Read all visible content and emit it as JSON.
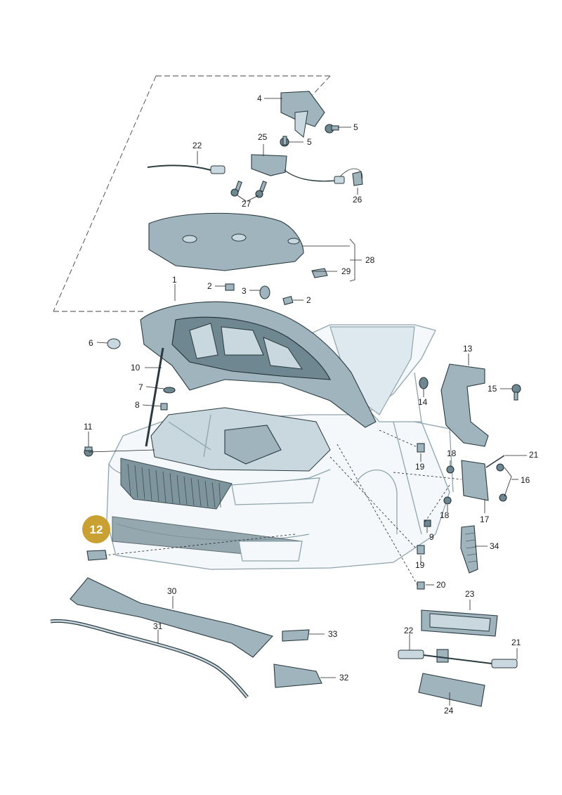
{
  "highlight": {
    "label": "12",
    "color": "#c9a032"
  },
  "colors": {
    "part_fill": "#9fb4bd",
    "part_dark": "#6f8790",
    "car_outline": "#8fa4ad"
  },
  "callouts": {
    "c1": "1",
    "c2a": "2",
    "c2b": "2",
    "c3": "3",
    "c4": "4",
    "c5a": "5",
    "c5b": "5",
    "c6": "6",
    "c7": "7",
    "c8": "8",
    "c9": "9",
    "c10": "10",
    "c11": "11",
    "c13": "13",
    "c14": "14",
    "c15": "15",
    "c16": "16",
    "c17": "17",
    "c18a": "18",
    "c18b": "18",
    "c19a": "19",
    "c19b": "19",
    "c20": "20",
    "c21a": "21",
    "c21b": "21",
    "c22a": "22",
    "c22b": "22",
    "c23": "23",
    "c24": "24",
    "c25": "25",
    "c26": "26",
    "c27": "27",
    "c28": "28",
    "c29": "29",
    "c30": "30",
    "c31": "31",
    "c32": "32",
    "c33": "33",
    "c34": "34"
  }
}
